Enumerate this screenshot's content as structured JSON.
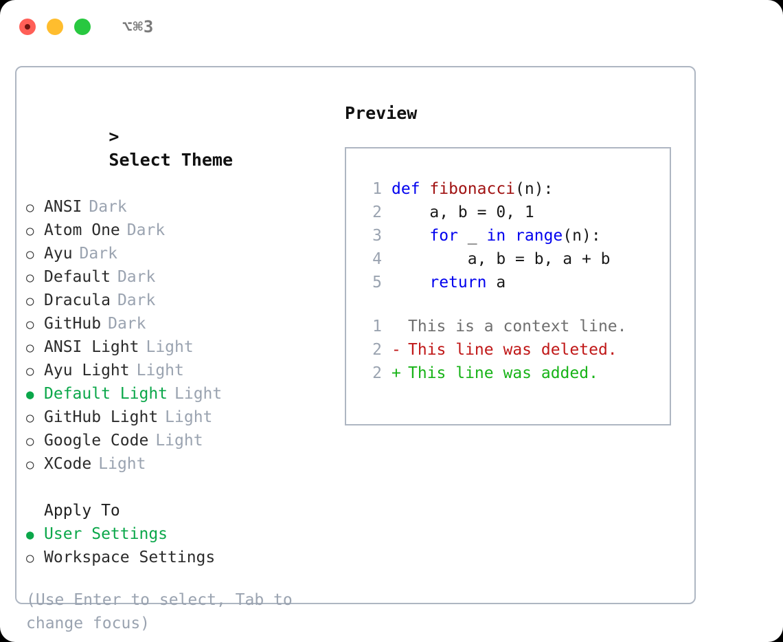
{
  "titlebar": {
    "shortcut": "⌥⌘3",
    "buttons": [
      {
        "name": "close",
        "color": "#ff5f57"
      },
      {
        "name": "minimize",
        "color": "#ffbd2e"
      },
      {
        "name": "maximize",
        "color": "#28c840"
      }
    ]
  },
  "theme_picker": {
    "header_caret": ">",
    "header": "Select Theme",
    "marker_off": "○",
    "marker_on": "●",
    "items": [
      {
        "name": "ANSI",
        "meta": "Dark",
        "selected": false
      },
      {
        "name": "Atom One",
        "meta": "Dark",
        "selected": false
      },
      {
        "name": "Ayu",
        "meta": "Dark",
        "selected": false
      },
      {
        "name": "Default",
        "meta": "Dark",
        "selected": false
      },
      {
        "name": "Dracula",
        "meta": "Dark",
        "selected": false
      },
      {
        "name": "GitHub",
        "meta": "Dark",
        "selected": false
      },
      {
        "name": "ANSI Light",
        "meta": "Light",
        "selected": false
      },
      {
        "name": "Ayu Light",
        "meta": "Light",
        "selected": false
      },
      {
        "name": "Default Light",
        "meta": "Light",
        "selected": true
      },
      {
        "name": "GitHub Light",
        "meta": "Light",
        "selected": false
      },
      {
        "name": "Google Code",
        "meta": "Light",
        "selected": false
      },
      {
        "name": "XCode",
        "meta": "Light",
        "selected": false
      }
    ]
  },
  "apply_to": {
    "label": "Apply To",
    "items": [
      {
        "name": "User Settings",
        "selected": true
      },
      {
        "name": "Workspace Settings",
        "selected": false
      }
    ]
  },
  "hint": "(Use Enter to select, Tab to change focus)",
  "preview": {
    "title": "Preview",
    "code_lines": [
      {
        "number": "1",
        "tokens": [
          {
            "text": "def ",
            "kind": "kw"
          },
          {
            "text": "fibonacci",
            "kind": "fn"
          },
          {
            "text": "(n):",
            "kind": "pl"
          }
        ]
      },
      {
        "number": "2",
        "tokens": [
          {
            "text": "    a, b = 0, 1",
            "kind": "pl"
          }
        ]
      },
      {
        "number": "3",
        "tokens": [
          {
            "text": "    ",
            "kind": "pl"
          },
          {
            "text": "for",
            "kind": "kw"
          },
          {
            "text": " _ ",
            "kind": "pl"
          },
          {
            "text": "in",
            "kind": "kw"
          },
          {
            "text": " ",
            "kind": "pl"
          },
          {
            "text": "range",
            "kind": "kw"
          },
          {
            "text": "(n):",
            "kind": "pl"
          }
        ]
      },
      {
        "number": "4",
        "tokens": [
          {
            "text": "        a, b = b, a + b",
            "kind": "pl"
          }
        ]
      },
      {
        "number": "5",
        "tokens": [
          {
            "text": "    ",
            "kind": "pl"
          },
          {
            "text": "return",
            "kind": "kw"
          },
          {
            "text": " a",
            "kind": "pl"
          }
        ]
      }
    ],
    "diff_lines": [
      {
        "number": "1",
        "sign": " ",
        "text": "This is a context line.",
        "kind": "ctx"
      },
      {
        "number": "2",
        "sign": "-",
        "text": "This line was deleted.",
        "kind": "del"
      },
      {
        "number": "2",
        "sign": "+",
        "text": "This line was added.",
        "kind": "add"
      }
    ]
  },
  "colors": {
    "accent_green": "#0ba74a",
    "muted": "#9aa3b0",
    "keyword_blue": "#0000ee",
    "function_red": "#a01212",
    "diff_added": "#17b317",
    "diff_deleted": "#c01818",
    "border": "#aeb6c2"
  }
}
